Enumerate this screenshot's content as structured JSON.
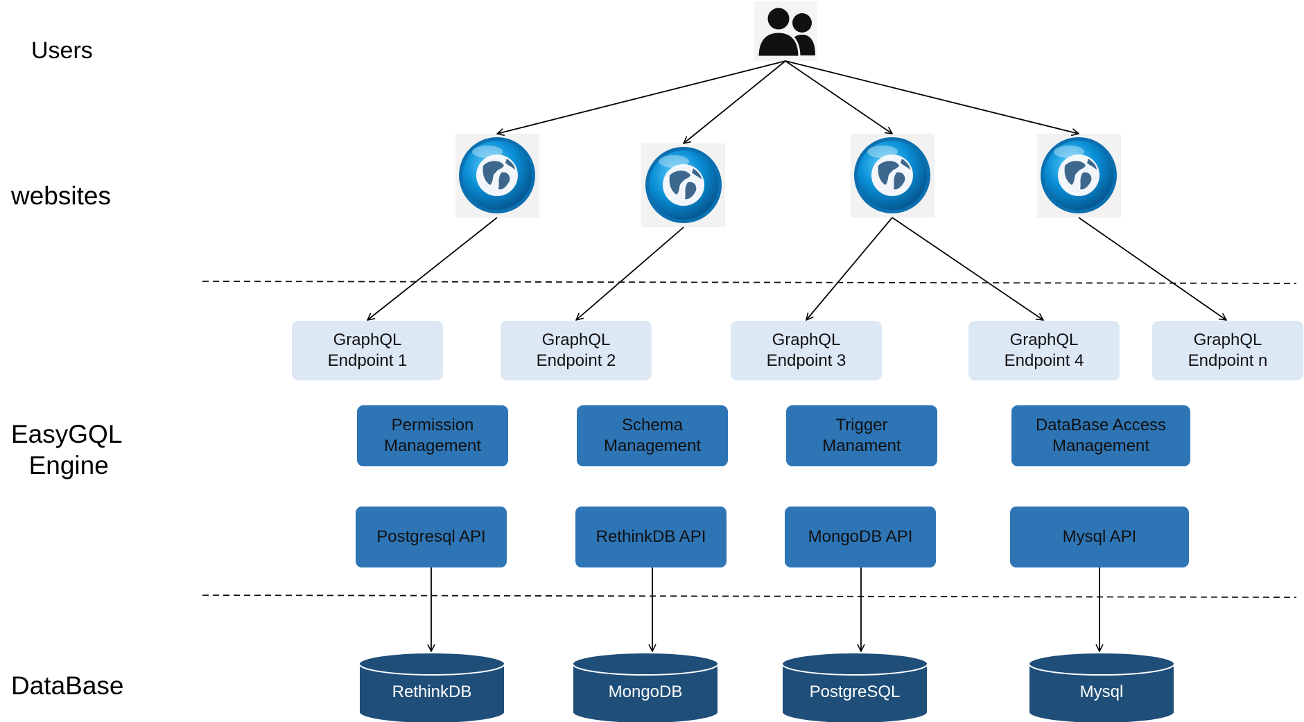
{
  "layers": {
    "users": "Users",
    "websites": "websites",
    "engine_line1": "EasyGQL",
    "engine_line2": "Engine",
    "database": "DataBase"
  },
  "icons": {
    "users": "users-group-icon",
    "website": "globe-icon"
  },
  "endpoints": [
    {
      "line1": "GraphQL",
      "line2": "Endpoint 1"
    },
    {
      "line1": "GraphQL",
      "line2": "Endpoint 2"
    },
    {
      "line1": "GraphQL",
      "line2": "Endpoint 3"
    },
    {
      "line1": "GraphQL",
      "line2": "Endpoint 4"
    },
    {
      "line1": "GraphQL",
      "line2": "Endpoint n"
    }
  ],
  "modules": [
    {
      "line1": "Permission",
      "line2": "Management"
    },
    {
      "line1": "Schema",
      "line2": "Management"
    },
    {
      "line1": "Trigger",
      "line2": "Manament"
    },
    {
      "line1": "DataBase Access",
      "line2": "Management"
    }
  ],
  "apis": [
    "Postgresql API",
    "RethinkDB API",
    "MongoDB API",
    "Mysql API"
  ],
  "databases": [
    "RethinkDB",
    "MongoDB",
    "PostgreSQL",
    "Mysql"
  ],
  "colors": {
    "endpoint_fill": "#dde8f5",
    "module_fill": "#2e75b6",
    "database_fill": "#1f4e79",
    "globe_blue": "#0a7fc4"
  }
}
